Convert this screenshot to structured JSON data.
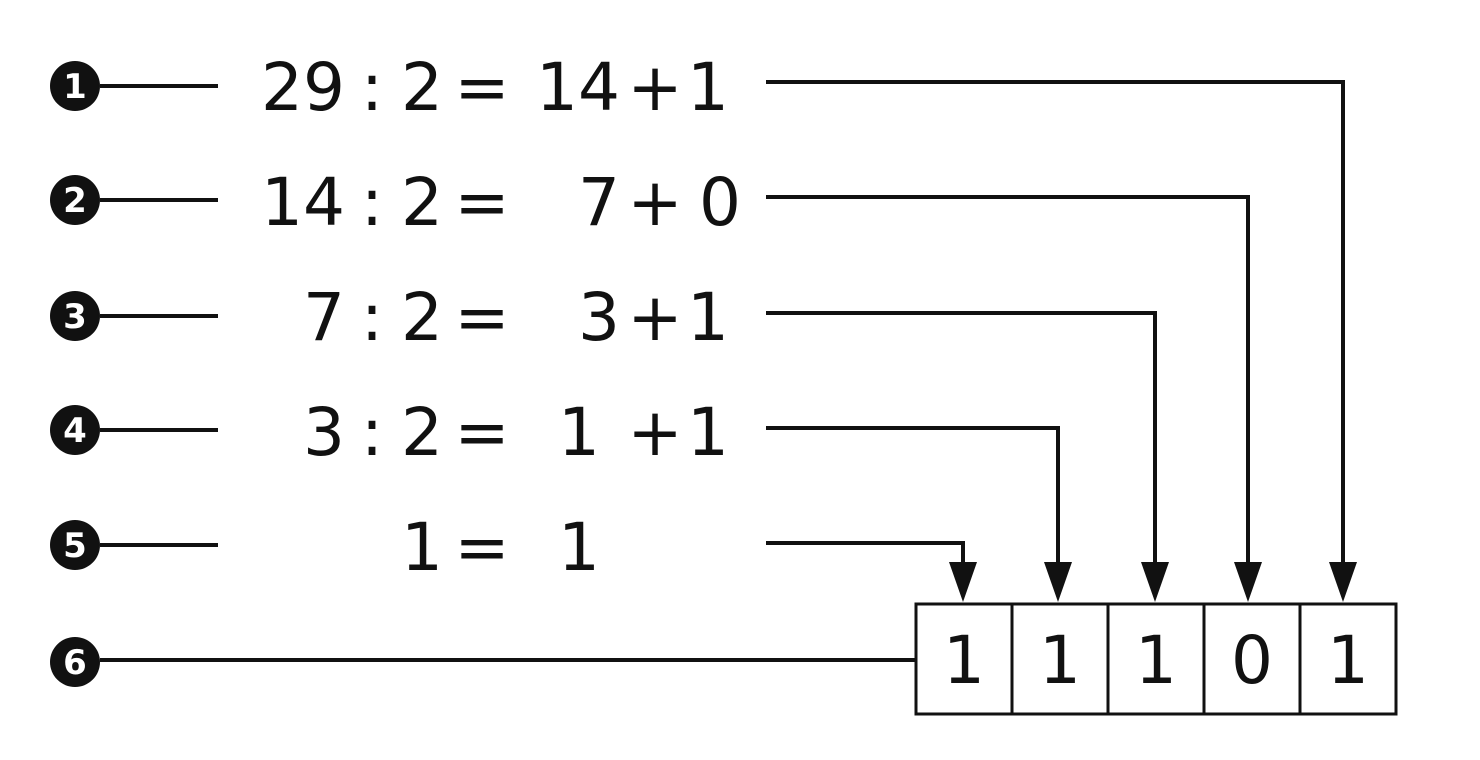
{
  "rows": [
    {
      "badge": "1",
      "dividend": "29",
      "op": ":",
      "divisor": "2",
      "eq": "=",
      "quotient": "14",
      "plus": "+",
      "remainder": "1"
    },
    {
      "badge": "2",
      "dividend": "14",
      "op": ":",
      "divisor": "2",
      "eq": "=",
      "quotient": "7",
      "plus": "+",
      "remainder": "0"
    },
    {
      "badge": "3",
      "dividend": "7",
      "op": ":",
      "divisor": "2",
      "eq": "=",
      "quotient": "3",
      "plus": "+",
      "remainder": "1"
    },
    {
      "badge": "4",
      "dividend": "3",
      "op": ":",
      "divisor": "2",
      "eq": "=",
      "quotient": "1",
      "plus": "+",
      "remainder": "1"
    },
    {
      "badge": "5",
      "dividend": "",
      "op": "",
      "divisor": "1",
      "eq": "=",
      "quotient": "1",
      "plus": "",
      "remainder": ""
    }
  ],
  "result": {
    "badge": "6",
    "digits": [
      "1",
      "1",
      "1",
      "0",
      "1"
    ]
  },
  "colors": {
    "ink": "#111111",
    "background": "#ffffff"
  }
}
